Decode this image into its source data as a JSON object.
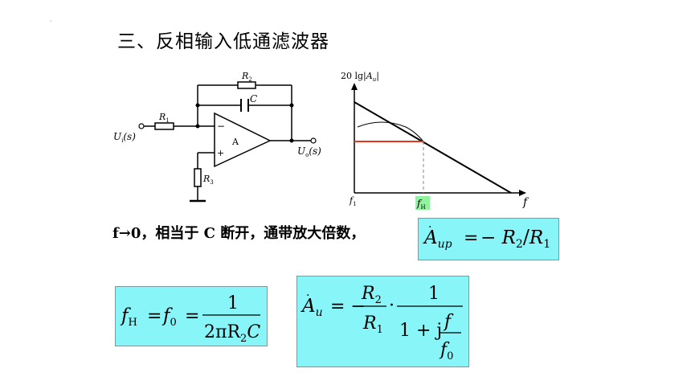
{
  "heading": "三、反相输入低通滤波器",
  "circuit": {
    "r2": "R",
    "r2_sub": "2",
    "c": "C",
    "r1": "R",
    "r1_sub": "1",
    "r3": "R",
    "r3_sub": "3",
    "amp": "A",
    "minus": "−",
    "plus": "+",
    "in_main": "U",
    "in_sub": "i",
    "in_arg": "(s)",
    "out_main": "U",
    "out_sub": "o",
    "out_arg": "(s)"
  },
  "bode": {
    "ylabel_pre": "20 lg|",
    "ylabel_var": "A",
    "ylabel_sub": "u",
    "ylabel_post": "|",
    "origin_main": "f",
    "origin_sub": "1",
    "fh_main": "f",
    "fh_sub": "H",
    "xlabel": "f",
    "line_color": "#000000",
    "passband_color": "#e8361a",
    "highlight_color": "#8ef59d"
  },
  "statement": "f→0，相当于 C 断开，通带放大倍数，",
  "formula_passband": {
    "lhs_var": "A",
    "lhs_sub": "up",
    "eq": "=",
    "rhs": "− R",
    "rhs_sub": "2",
    "slash": "/",
    "rhs2": "R",
    "rhs2_sub": "1"
  },
  "formula_fh": {
    "lhs": "f",
    "lhs_sub": "H",
    "eq1": "=",
    "mid": "f",
    "mid_sub": "0",
    "eq2": "=",
    "num": "1",
    "den": "2πR",
    "den_sub": "2",
    "den_end": "C"
  },
  "formula_au": {
    "lhs_var": "A",
    "lhs_sub": "u",
    "eq": "= −",
    "frac1_num": "R",
    "frac1_num_sub": "2",
    "frac1_den": "R",
    "frac1_den_sub": "1",
    "dot": "·",
    "frac2_num": "1",
    "frac2_den_a": "1 + j",
    "inner_num": "f",
    "inner_den": "f",
    "inner_den_sub": "0"
  },
  "accent_colors": {
    "box_fill": "#88f6f8"
  }
}
